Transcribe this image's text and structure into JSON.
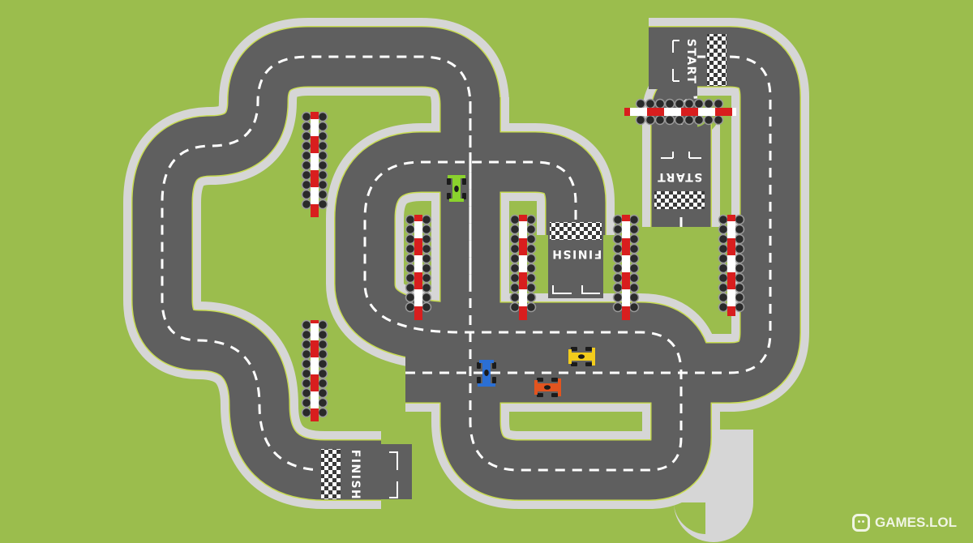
{
  "game": {
    "track_labels": {
      "start_top": "START",
      "start_mid": "START",
      "finish_mid": "FINISH",
      "finish_bottom": "FINISH"
    },
    "cars": [
      {
        "name": "green-car",
        "color": "#8ad22d"
      },
      {
        "name": "yellow-car",
        "color": "#f2cc1c"
      },
      {
        "name": "blue-car",
        "color": "#2b6fd4"
      },
      {
        "name": "red-car",
        "color": "#e2541f"
      }
    ],
    "colors": {
      "grass": "#9bbd4d",
      "asphalt": "#5f5f5f",
      "curb": "#d6d6d6",
      "edge_line": "#c8dc52",
      "barrier_red": "#d81e1e"
    }
  },
  "watermark": {
    "icon": "gamepad-icon",
    "text": "GAMES.LOL"
  }
}
